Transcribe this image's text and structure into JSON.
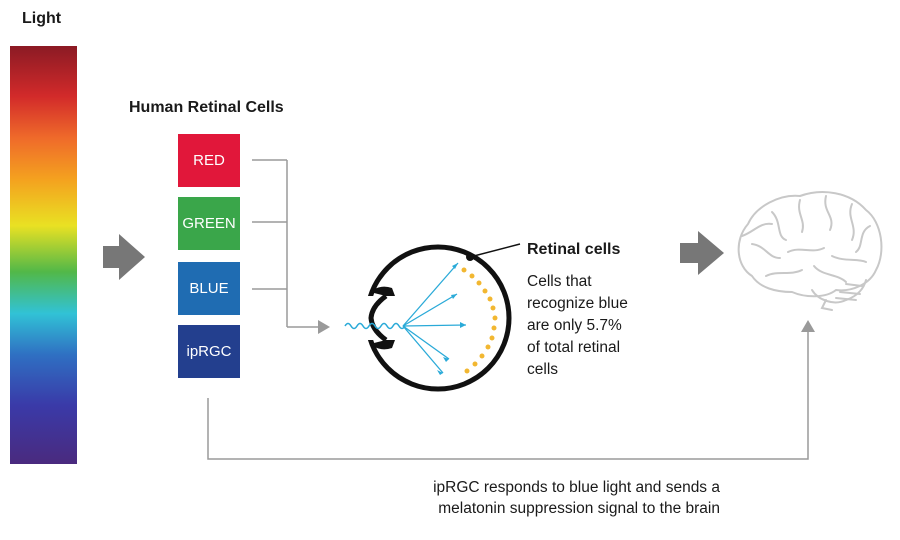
{
  "light_label": "Light",
  "cells_title": "Human Retinal Cells",
  "cell_boxes": [
    {
      "label": "RED",
      "color": "#e1173a"
    },
    {
      "label": "GREEN",
      "color": "#3aa64a"
    },
    {
      "label": "BLUE",
      "color": "#1f6cb2"
    },
    {
      "label": "ipRGC",
      "color": "#233f8e"
    }
  ],
  "retinal_label": "Retinal cells",
  "retinal_desc_lines": [
    "Cells that",
    "recognize blue",
    "are only 5.7%",
    "of total retinal",
    "cells"
  ],
  "caption_lines": [
    "ipRGC responds to blue light and sends a",
    "melatonin suppression signal to the brain"
  ],
  "colors": {
    "arrow": "#777777",
    "connector": "#9a9a9a",
    "light_ray": "#2aaad8",
    "retina_dots": "#f2b731",
    "brain": "#c8c8c8"
  },
  "icons": [
    "right-arrow-icon",
    "eye-icon",
    "brain-icon",
    "up-arrow-icon"
  ]
}
